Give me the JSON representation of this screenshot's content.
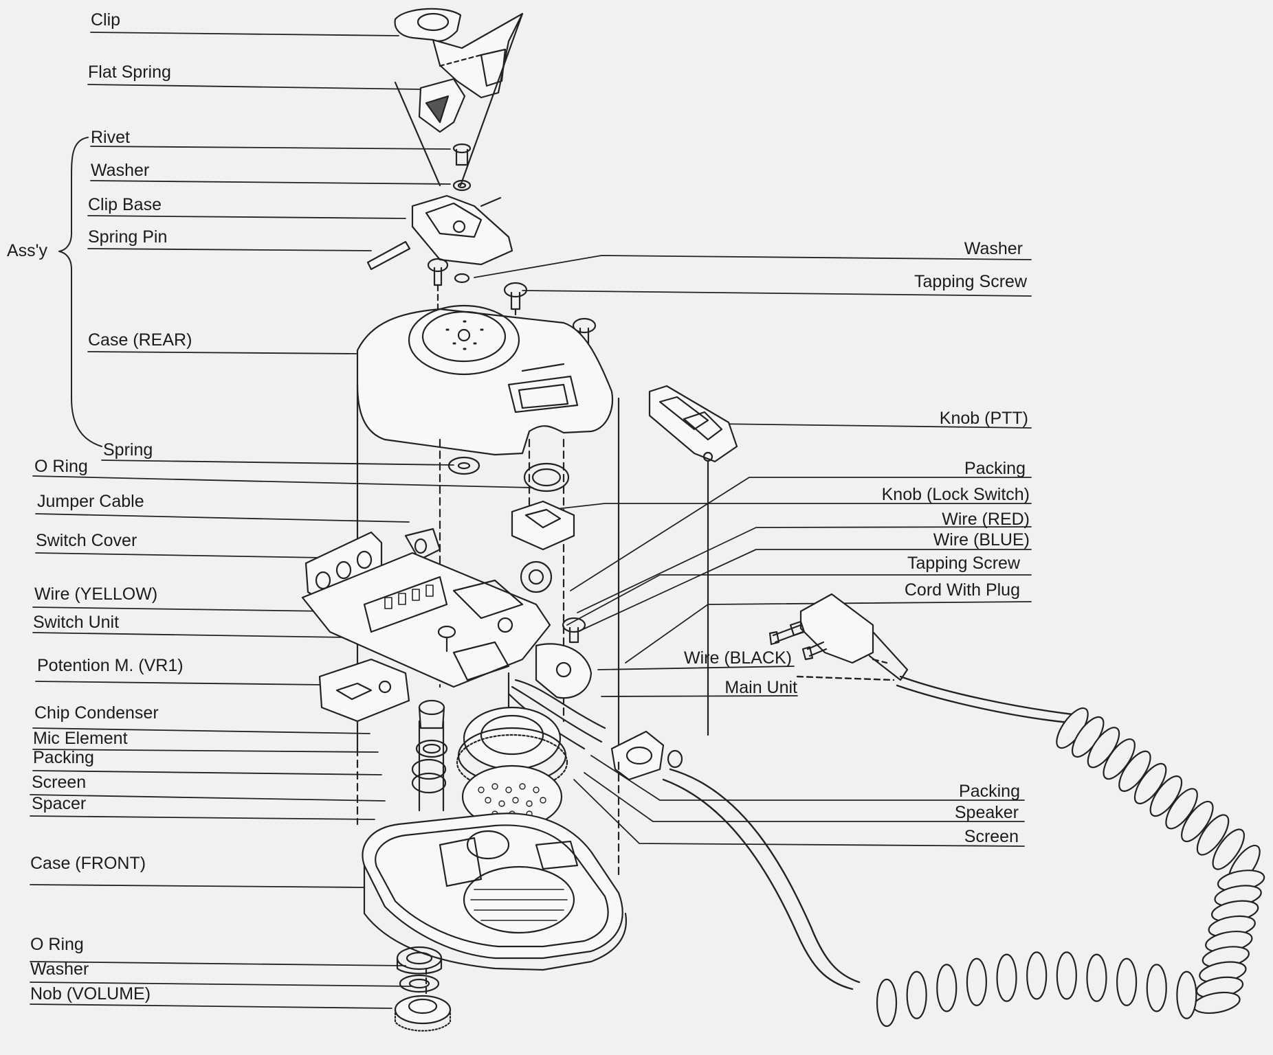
{
  "labels": {
    "clip": "Clip",
    "flat_spring": "Flat Spring",
    "rivet": "Rivet",
    "washer_top": "Washer",
    "clip_base": "Clip Base",
    "spring_pin": "Spring Pin",
    "assy": "Ass'y",
    "case_rear": "Case (REAR)",
    "spring": "Spring",
    "o_ring_top": "O Ring",
    "jumper_cable": "Jumper Cable",
    "switch_cover": "Switch Cover",
    "wire_yellow": "Wire (YELLOW)",
    "switch_unit": "Switch Unit",
    "potention": "Potention M. (VR1)",
    "chip_condenser": "Chip Condenser",
    "mic_element": "Mic Element",
    "packing_left": "Packing",
    "screen_left": "Screen",
    "spacer": "Spacer",
    "case_front": "Case (FRONT)",
    "o_ring_bottom": "O Ring",
    "washer_bottom": "Washer",
    "nob_volume": "Nob (VOLUME)",
    "washer_right": "Washer",
    "tapping_screw_top": "Tapping Screw",
    "knob_ptt": "Knob (PTT)",
    "packing_right_top": "Packing",
    "knob_lock": "Knob (Lock Switch)",
    "wire_red": "Wire (RED)",
    "wire_blue": "Wire (BLUE)",
    "tapping_screw_mid": "Tapping Screw",
    "cord_with_plug": "Cord With Plug",
    "wire_black": "Wire  (BLACK)",
    "main_unit": "Main Unit",
    "packing_right_bottom": "Packing",
    "speaker": "Speaker",
    "screen_right": "Screen"
  }
}
